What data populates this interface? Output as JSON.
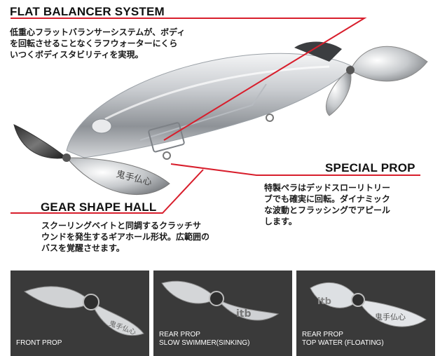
{
  "sections": {
    "flat_balancer": {
      "title": "FLAT BALANCER SYSTEM",
      "body": "低重心フラットバランサーシステムが、ボディ\nを回転させることなくラフウォーターにくら\nいつくボディスタビリティを実現。"
    },
    "special_prop": {
      "title": "SPECIAL PROP",
      "body": "特製ペラはデッドスローリトリー\nブでも確実に回転。ダイナミック\nな波動とフラッシングでアピール\nします。"
    },
    "gear_shape_hall": {
      "title": "GEAR SHAPE HALL",
      "body": "スクーリングベイトと同調するクラッチサ\nウンドを発生するギアホール形状。広範囲の\nバスを覚醒させます。"
    }
  },
  "prop_stamp": "鬼手仏心",
  "prop_logo": "itb",
  "accent_color": "#d81e2c",
  "thumbnails": [
    {
      "caption": "FRONT PROP"
    },
    {
      "caption": "REAR PROP\nSLOW SWIMMER(SINKING)"
    },
    {
      "caption": "REAR PROP\nTOP WATER (FLOATING)"
    }
  ]
}
